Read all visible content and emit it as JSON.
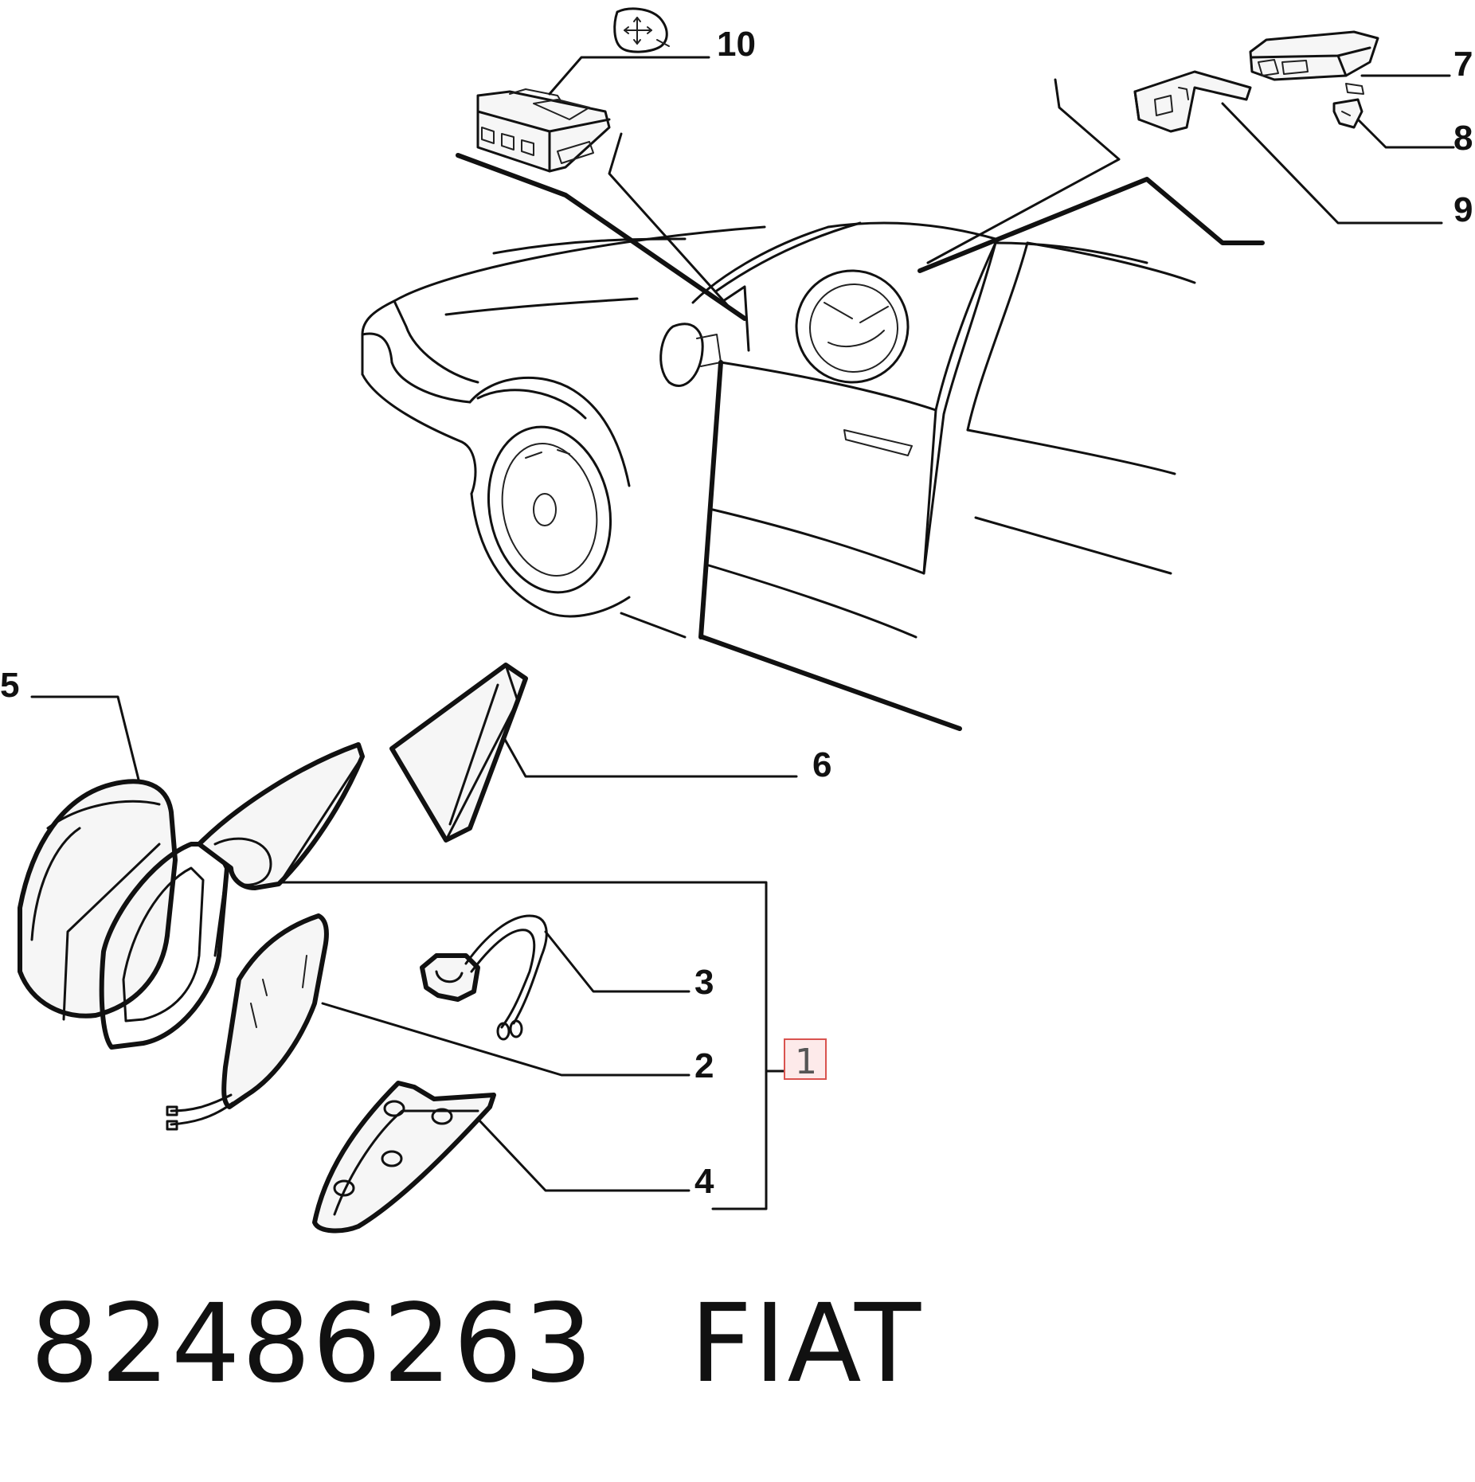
{
  "callouts": {
    "c1": "1",
    "c2": "2",
    "c3": "3",
    "c4": "4",
    "c5": "5",
    "c6": "6",
    "c7": "7",
    "c8": "8",
    "c9": "9",
    "c10": "10"
  },
  "caption": {
    "part_number": "82486263",
    "brand": "FIAT"
  },
  "colors": {
    "line": "#111111",
    "highlight": "#d9534f",
    "highlight_fill": "#fdeaea"
  }
}
